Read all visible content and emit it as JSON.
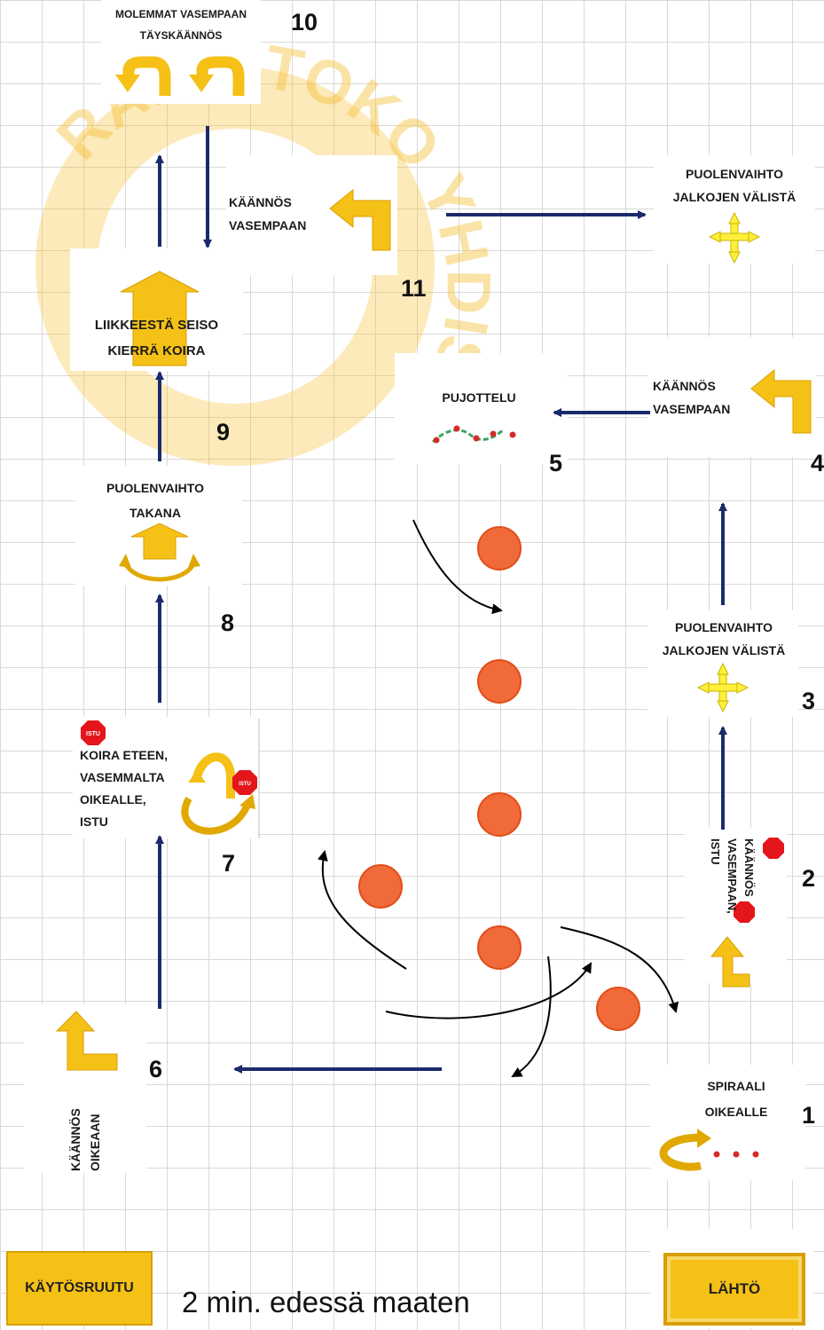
{
  "watermark": {
    "text": "RALLYTOKO YHDISTYS RY",
    "color": "#f6c23b"
  },
  "colors": {
    "accent": "#f5c116",
    "arrow_navy": "#1b2a6b",
    "cone": "#f06a3a",
    "stop_sign": "#e3161b"
  },
  "stations": {
    "s1": {
      "number": "1",
      "label": "SPIRAALI\nOIKEALLE"
    },
    "s2": {
      "number": "2",
      "label": "KÄÄNNÖS\nVASEMPAAN,\nISTU",
      "sign_text": "ISTU"
    },
    "s3": {
      "number": "3",
      "label": "PUOLENVAIHTO\nJALKOJEN VÄLISTÄ"
    },
    "s4": {
      "number": "4",
      "label": "KÄÄNNÖS\nVASEMPAAN"
    },
    "s5": {
      "number": "5",
      "label": "PUJOTTELU"
    },
    "s6": {
      "number": "6",
      "label": "KÄÄNNÖS\nOIKEAAN"
    },
    "s7": {
      "number": "7",
      "label": "KOIRA ETEEN,\nVASEMMALTA\nOIKEALLE,\nISTU",
      "sign_text": "ISTU"
    },
    "s8": {
      "number": "8",
      "label": "PUOLENVAIHTO\nTAKANA"
    },
    "s9": {
      "number": "9",
      "label": "LIIKKEESTÄ SEISO\nKIERRÄ KOIRA"
    },
    "s10": {
      "number": "10",
      "label": "MOLEMMAT VASEMPAAN\nTÄYSKÄÄNNÖS"
    },
    "s11": {
      "number": "11",
      "label": "KÄÄNNÖS\nVASEMPAAN"
    },
    "s12": {
      "label": "PUOLENVAIHTO\nJALKOJEN VÄLISTÄ"
    }
  },
  "start_label": "LÄHTÖ",
  "behavior_box_label": "KÄYTÖSRUUTU",
  "caption": "2 min. edessä maaten"
}
